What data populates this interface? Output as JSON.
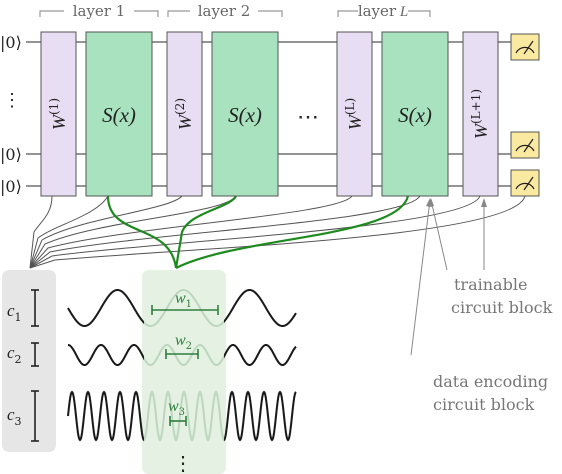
{
  "layers": {
    "layer1": "layer 1",
    "layer2": "layer 2",
    "layerL_word": "layer",
    "layerL_sym": "L"
  },
  "qubits": {
    "ket": "|0⟩",
    "vdots": "⋮"
  },
  "blocks": {
    "W1_base": "W",
    "W1_sup": "(1)",
    "W2_base": "W",
    "W2_sup": "(2)",
    "WL_base": "W",
    "WL_sup": "(L)",
    "WL1_base": "W",
    "WL1_sup": "(L+1)",
    "S": "S(x)",
    "hdots": "⋯"
  },
  "coefficients": [
    {
      "base": "c",
      "sub": "1"
    },
    {
      "base": "c",
      "sub": "2"
    },
    {
      "base": "c",
      "sub": "3"
    }
  ],
  "frequencies": [
    {
      "base": "w",
      "sub": "1"
    },
    {
      "base": "w",
      "sub": "2"
    },
    {
      "base": "w",
      "sub": "3"
    }
  ],
  "vdots": "⋮",
  "annotations": {
    "trainable_line1": "trainable",
    "trainable_line2": "circuit block",
    "encoding_line1": "data encoding",
    "encoding_line2": "circuit block"
  },
  "colors": {
    "W_fill": "#e8def4",
    "S_fill": "#a8e2be",
    "measure_fill": "#fae9a0",
    "encoding_path": "#1f8a1f",
    "freq_green": "#2f7d3c",
    "c_panel": "#e6e6e6",
    "w_panel": "#e5f2e3"
  }
}
